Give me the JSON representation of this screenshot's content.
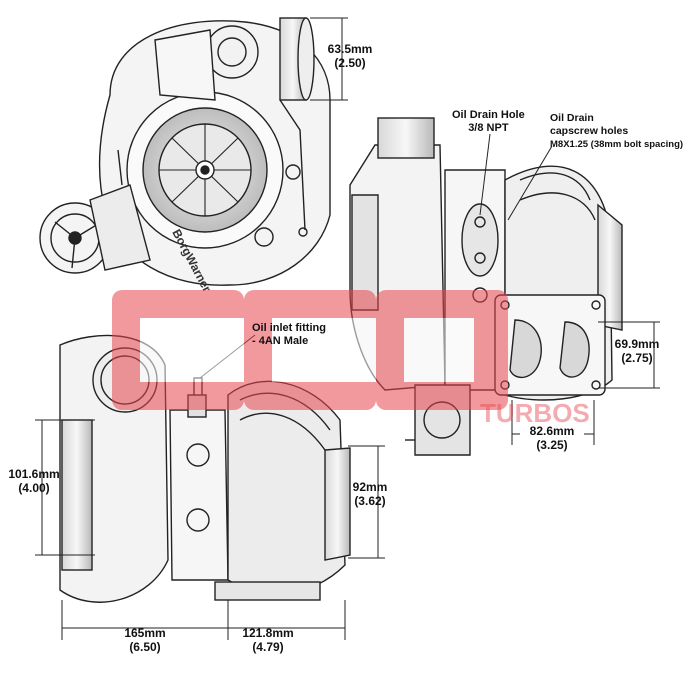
{
  "annotations": {
    "inlet_mm": "63.5mm",
    "inlet_in": "(2.50)",
    "oil_drain_hole_title": "Oil Drain Hole",
    "oil_drain_hole_size": "3/8 NPT",
    "oil_drain_capscrew_line1": "Oil Drain",
    "oil_drain_capscrew_line2": "capscrew holes",
    "oil_drain_capscrew_line3": "M8X1.25 (38mm bolt spacing)",
    "oil_inlet_line1": "Oil inlet fitting",
    "oil_inlet_line2": "- 4AN Male",
    "flange_height_mm": "69.9mm",
    "flange_height_in": "(2.75)",
    "flange_width_mm": "82.6mm",
    "flange_width_in": "(3.25)",
    "left_height_mm": "101.6mm",
    "left_height_in": "(4.00)",
    "outlet_mm": "92mm",
    "outlet_in": "(3.62)",
    "bottom_left_mm": "165mm",
    "bottom_left_in": "(6.50)",
    "bottom_right_mm": "121.8mm",
    "bottom_right_in": "(4.79)"
  },
  "watermark": {
    "logo_text": "GCG",
    "sub_text": "TURBOS",
    "color": "#e8464f"
  },
  "brand_text": "BorgWarner",
  "colors": {
    "line": "#222222",
    "shade": "#cfcfcf",
    "watermark": "#e8464f"
  }
}
